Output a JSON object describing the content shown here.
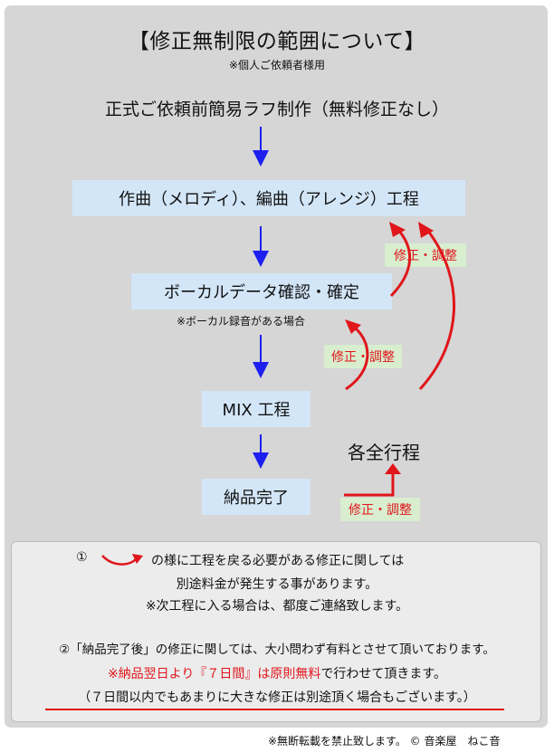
{
  "title": "【修正無制限の範囲について】",
  "subtitle": "※個人ご依頼者様用",
  "intro": "正式ご依頼前簡易ラフ制作（無料修正なし）",
  "steps": {
    "compose": "作曲（メロディ）、編曲（アレンジ）工程",
    "vocal": "ボーカルデータ確認・確定",
    "vocal_note": "※ボーカル録音がある場合",
    "mix": "MIX 工程",
    "delivery": "納品完了"
  },
  "revision_label": "修正・調整",
  "all_steps": "各全行程",
  "notes": {
    "circle1": "①",
    "line1": "の様に工程を戻る必要がある修正に関しては",
    "line2": "別途料金が発生する事があります。",
    "line3": "※次工程に入る場合は、都度ご連絡致します。",
    "line4": "②「納品完了後」の修正に関しては、大小問わず有料とさせて頂いております。",
    "line5_mark": "※",
    "line5_red1": "納品翌日より『７日間』は原則無料",
    "line5_rest": "で行わせて頂きます。",
    "line6": "（７日間以内でもあまりに大きな修正は別途頂く場合もございます。）"
  },
  "footer": "※無断転載を禁止致します。 © 音楽屋　ねこ音",
  "colors": {
    "panel": "#d6d6d6",
    "box": "#d3e6f8",
    "tag": "#d8eecf",
    "red": "#e0161b",
    "blue": "#1d1ff0"
  }
}
